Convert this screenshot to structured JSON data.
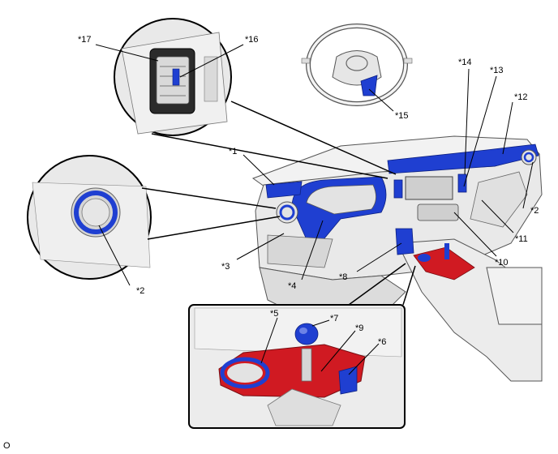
{
  "figure_code": "O",
  "callouts": {
    "c1": "*1",
    "c2a": "*2",
    "c2b": "*2",
    "c3": "*3",
    "c4": "*4",
    "c5": "*5",
    "c6": "*6",
    "c7": "*7",
    "c8": "*8",
    "c9": "*9",
    "c10": "*10",
    "c11": "*11",
    "c12": "*12",
    "c13": "*13",
    "c14": "*14",
    "c15": "*15",
    "c16": "*16",
    "c17": "*17"
  },
  "colors": {
    "highlight_blue": "#1f3fd1",
    "highlight_red": "#d01a22",
    "line": "#000000",
    "panel_gray": "#e6e6e6"
  }
}
